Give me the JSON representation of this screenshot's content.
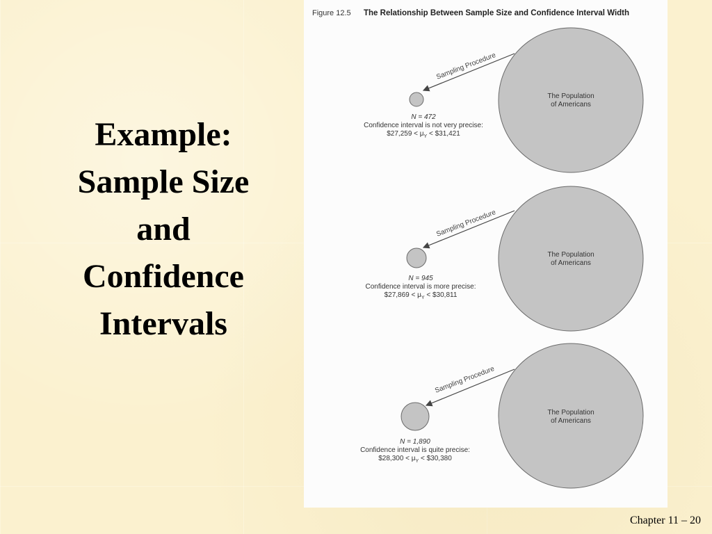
{
  "slide": {
    "title_lines": [
      "Example:",
      "Sample Size",
      "and",
      "Confidence",
      "Intervals"
    ],
    "footer": "Chapter 11 – 20"
  },
  "figure": {
    "number": "Figure 12.5",
    "title": "The Relationship Between Sample Size and Confidence Interval Width",
    "procedure_label": "Sampling Procedure",
    "population_label_line1": "The Population",
    "population_label_line2": "of Americans",
    "panels": [
      {
        "n_text": "N = 472",
        "precision_text": "Confidence interval is not very precise:",
        "interval_low": "$27,259 < μ",
        "interval_high": " < $31,421"
      },
      {
        "n_text": "N = 945",
        "precision_text": "Confidence interval is more precise:",
        "interval_low": "$27,869 < μ",
        "interval_high": " < $30,811"
      },
      {
        "n_text": "N = 1,890",
        "precision_text": "Confidence interval is quite precise:",
        "interval_low": "$28,300 < μ",
        "interval_high": " < $30,380"
      }
    ],
    "subscript": "Y"
  },
  "colors": {
    "circle_fill": "#c4c4c4",
    "circle_stroke": "#6a6a6a",
    "text": "#333333"
  }
}
